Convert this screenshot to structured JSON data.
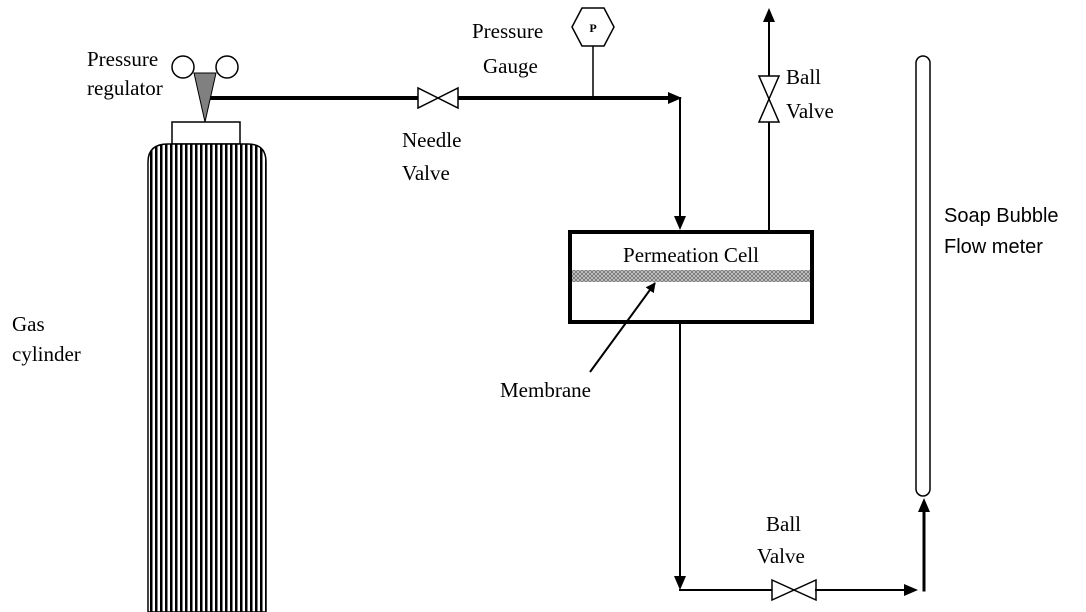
{
  "labels": {
    "pressure_regulator": [
      "Pressure",
      "regulator"
    ],
    "pressure_gauge": [
      "Pressure",
      "Gauge"
    ],
    "gauge_symbol": "P",
    "needle_valve": [
      "Needle",
      "Valve"
    ],
    "ball_valve_top": [
      "Ball",
      "Valve"
    ],
    "ball_valve_bottom": [
      "Ball",
      "Valve"
    ],
    "permeation_cell": "Permeation Cell",
    "membrane": "Membrane",
    "gas_cylinder": [
      "Gas",
      "cylinder"
    ],
    "soap_bubble_flow_meter": [
      "Soap Bubble",
      "Flow meter"
    ]
  },
  "colors": {
    "line": "#000000",
    "regulator_valve": "#808080",
    "membrane_fill": "#a8a8a8",
    "background": "#ffffff"
  }
}
